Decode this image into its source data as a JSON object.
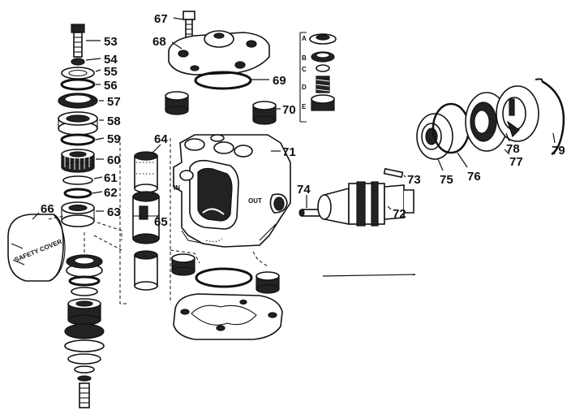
{
  "callouts": {
    "c53": "53",
    "c54": "54",
    "c55": "55",
    "c56": "56",
    "c57": "57",
    "c58": "58",
    "c59": "59",
    "c60": "60",
    "c61": "61",
    "c62": "62",
    "c63": "63",
    "c64": "64",
    "c65": "65",
    "c66": "66",
    "c67": "67",
    "c68": "68",
    "c69": "69",
    "c70": "70",
    "c71": "71",
    "c72": "72",
    "c73": "73",
    "c74": "74",
    "c75": "75",
    "c76": "76",
    "c77": "77",
    "c78": "78",
    "c79": "79"
  },
  "letters": {
    "a": "A",
    "b": "B",
    "c": "C",
    "d": "D",
    "e": "E"
  },
  "ports": {
    "in": "IN",
    "out": "OUT"
  },
  "cover_text": {
    "line1": "SAFETY COVER"
  }
}
